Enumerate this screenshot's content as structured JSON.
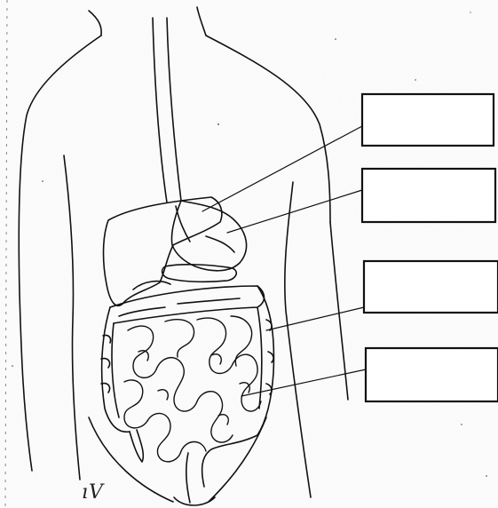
{
  "diagram": {
    "type": "unlabeled digestive system worksheet",
    "label_boxes": [
      {
        "id": "box-1",
        "text": ""
      },
      {
        "id": "box-2",
        "text": ""
      },
      {
        "id": "box-3",
        "text": ""
      },
      {
        "id": "box-4",
        "text": ""
      }
    ],
    "handwritten_mark": "ıV"
  }
}
